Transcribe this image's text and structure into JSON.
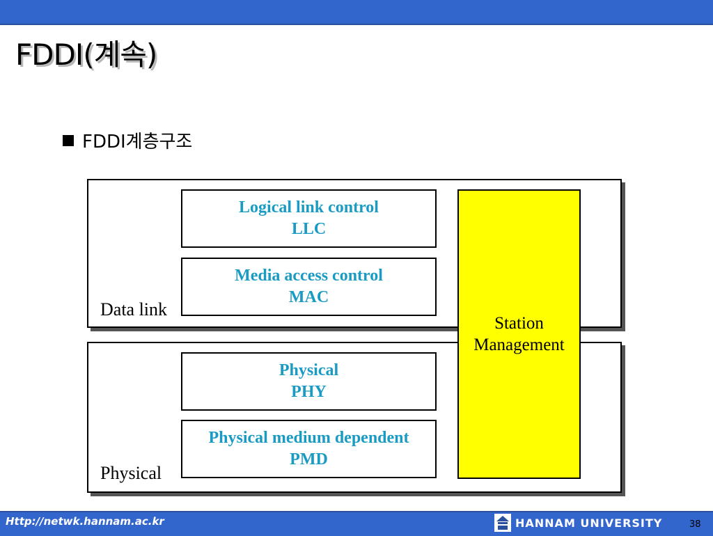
{
  "slide": {
    "title": "FDDI(계속)",
    "bullet_text": "FDDI계층구조",
    "page_number": "38"
  },
  "diagram": {
    "datalink_label": "Data link",
    "physical_label": "Physical",
    "sublayers": [
      {
        "line1": "Logical link control",
        "line2": "LLC"
      },
      {
        "line1": "Media access control",
        "line2": "MAC"
      },
      {
        "line1": "Physical",
        "line2": "PHY"
      },
      {
        "line1": "Physical medium dependent",
        "line2": "PMD"
      }
    ],
    "station_management": {
      "line1": "Station",
      "line2": "Management"
    }
  },
  "footer": {
    "url": "Http://netwk.hannam.ac.kr",
    "university": "HANNAM UNIVERSITY"
  },
  "colors": {
    "bar_blue": "#3366cc",
    "sublayer_text": "#1a9bc4",
    "station_box": "#ffff00"
  },
  "icons": {
    "bullet": "square-bullet-icon",
    "logo": "hannam-university-logo-icon"
  }
}
